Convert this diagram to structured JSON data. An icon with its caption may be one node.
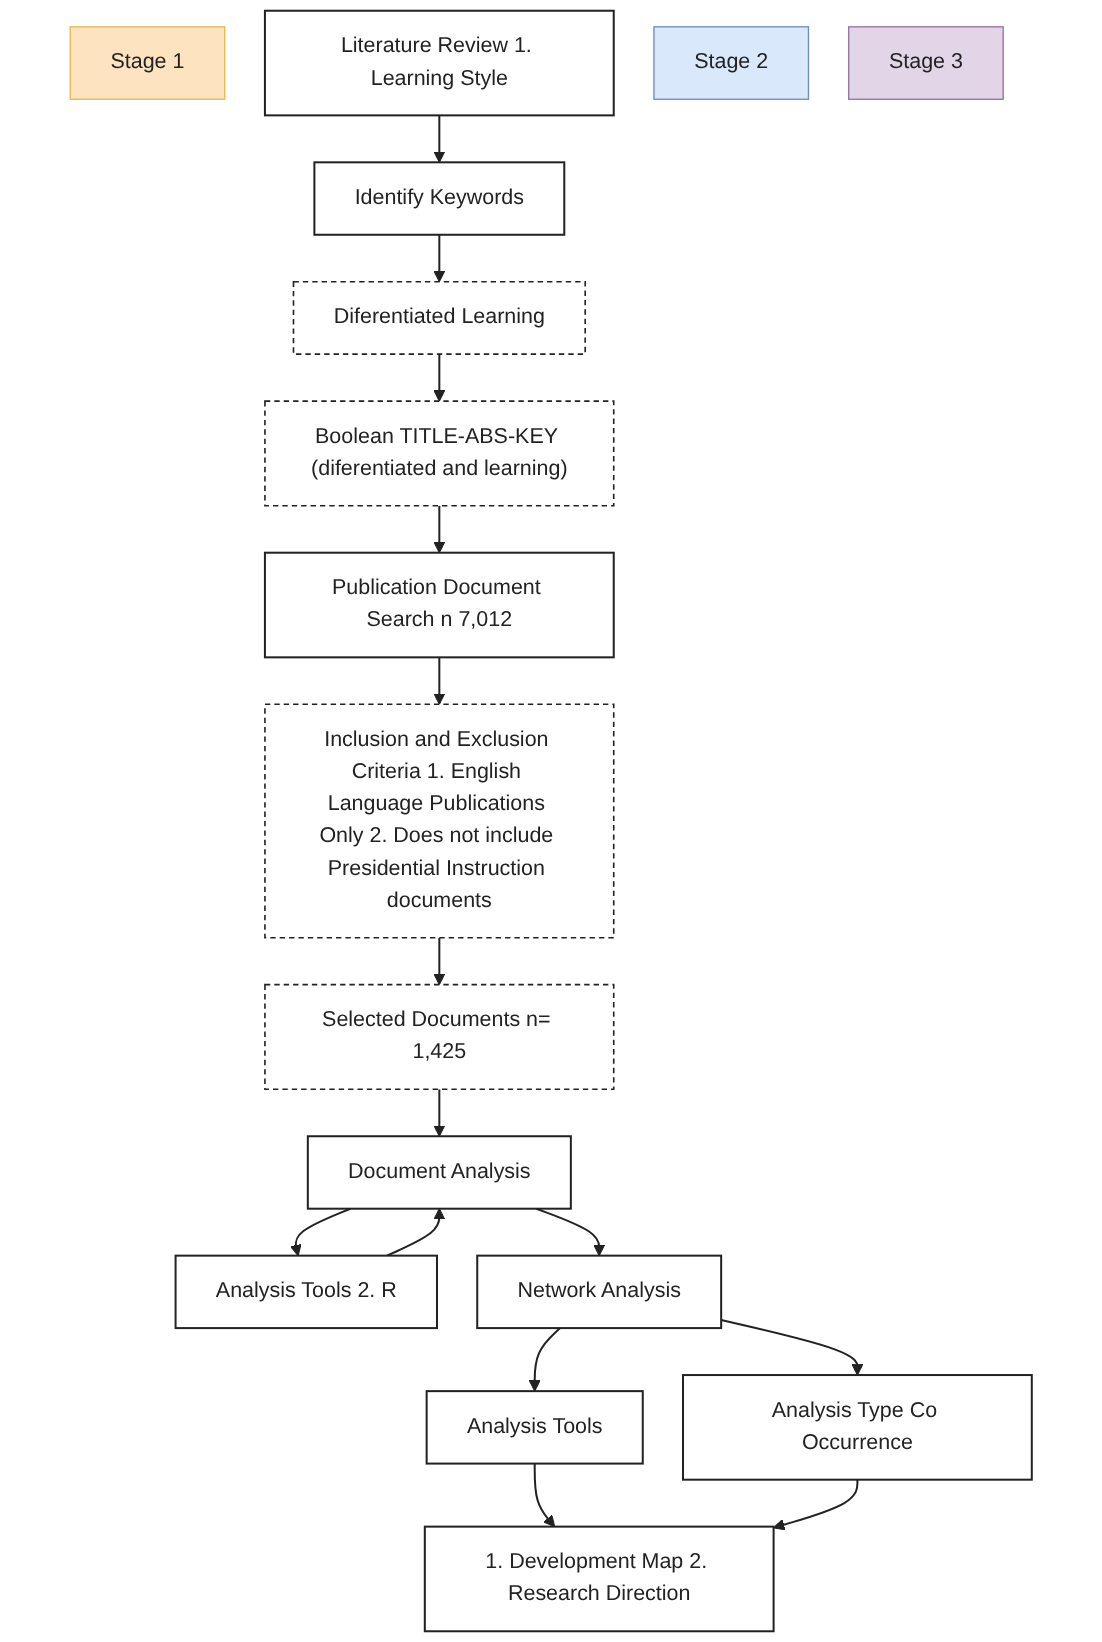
{
  "diagram": {
    "nodes": [
      {
        "text": [
          "Stage 1"
        ]
      },
      {
        "text": [
          "Literature Review 1. Learning Style"
        ]
      },
      {
        "text": [
          "Identify Keywords"
        ]
      },
      {
        "text": [
          "Diferentiated Learning"
        ]
      },
      {
        "text": [
          "Stage 2"
        ]
      },
      {
        "text": [
          "Boolean TITLE-ABS-KEY (diferentiated and learning)"
        ]
      },
      {
        "text": [
          "Publication Document Search n 7,012"
        ]
      },
      {
        "text": [
          "Inclusion and Exclusion Criteria 1. English Language Publications Only 2. Does not include Presidential Instruction documents"
        ]
      },
      {
        "text": [
          "Selected Documents n= 1,425"
        ]
      },
      {
        "text": [
          "Stage 3"
        ]
      },
      {
        "text": [
          "Analysis Tools 2. R"
        ]
      },
      {
        "text": [
          "Document Analysis"
        ]
      },
      {
        "text": [
          "Analysis Tools"
        ]
      },
      {
        "text": [
          "Network Analysis"
        ]
      },
      {
        "text": [
          "Analysis Type Co Occurrence"
        ]
      },
      {
        "text": [
          "1. Development Map 2. Research Direction"
        ]
      }
    ],
    "edges": [
      {
        "from": 1,
        "to": 2,
        "arrow": "to"
      },
      {
        "from": 2,
        "to": 3,
        "arrow": "to"
      },
      {
        "from": 3,
        "to": 5,
        "arrow": "to"
      },
      {
        "from": 5,
        "to": 6,
        "arrow": "to"
      },
      {
        "from": 6,
        "to": 7,
        "arrow": "to"
      },
      {
        "from": 7,
        "to": 8,
        "arrow": "to"
      },
      {
        "from": 8,
        "to": 11,
        "arrow": "to"
      },
      {
        "from": 11,
        "to": 10,
        "arrow": "to"
      },
      {
        "from": 10,
        "to": 11,
        "arrow": "to"
      },
      {
        "from": 11,
        "to": 13,
        "arrow": "to"
      },
      {
        "from": 13,
        "to": 12,
        "arrow": "to"
      },
      {
        "from": 13,
        "to": 14,
        "arrow": "to"
      },
      {
        "from": 12,
        "to": 15,
        "arrow": "to"
      },
      {
        "from": 14,
        "to": 15,
        "arrow": "to"
      }
    ]
  }
}
